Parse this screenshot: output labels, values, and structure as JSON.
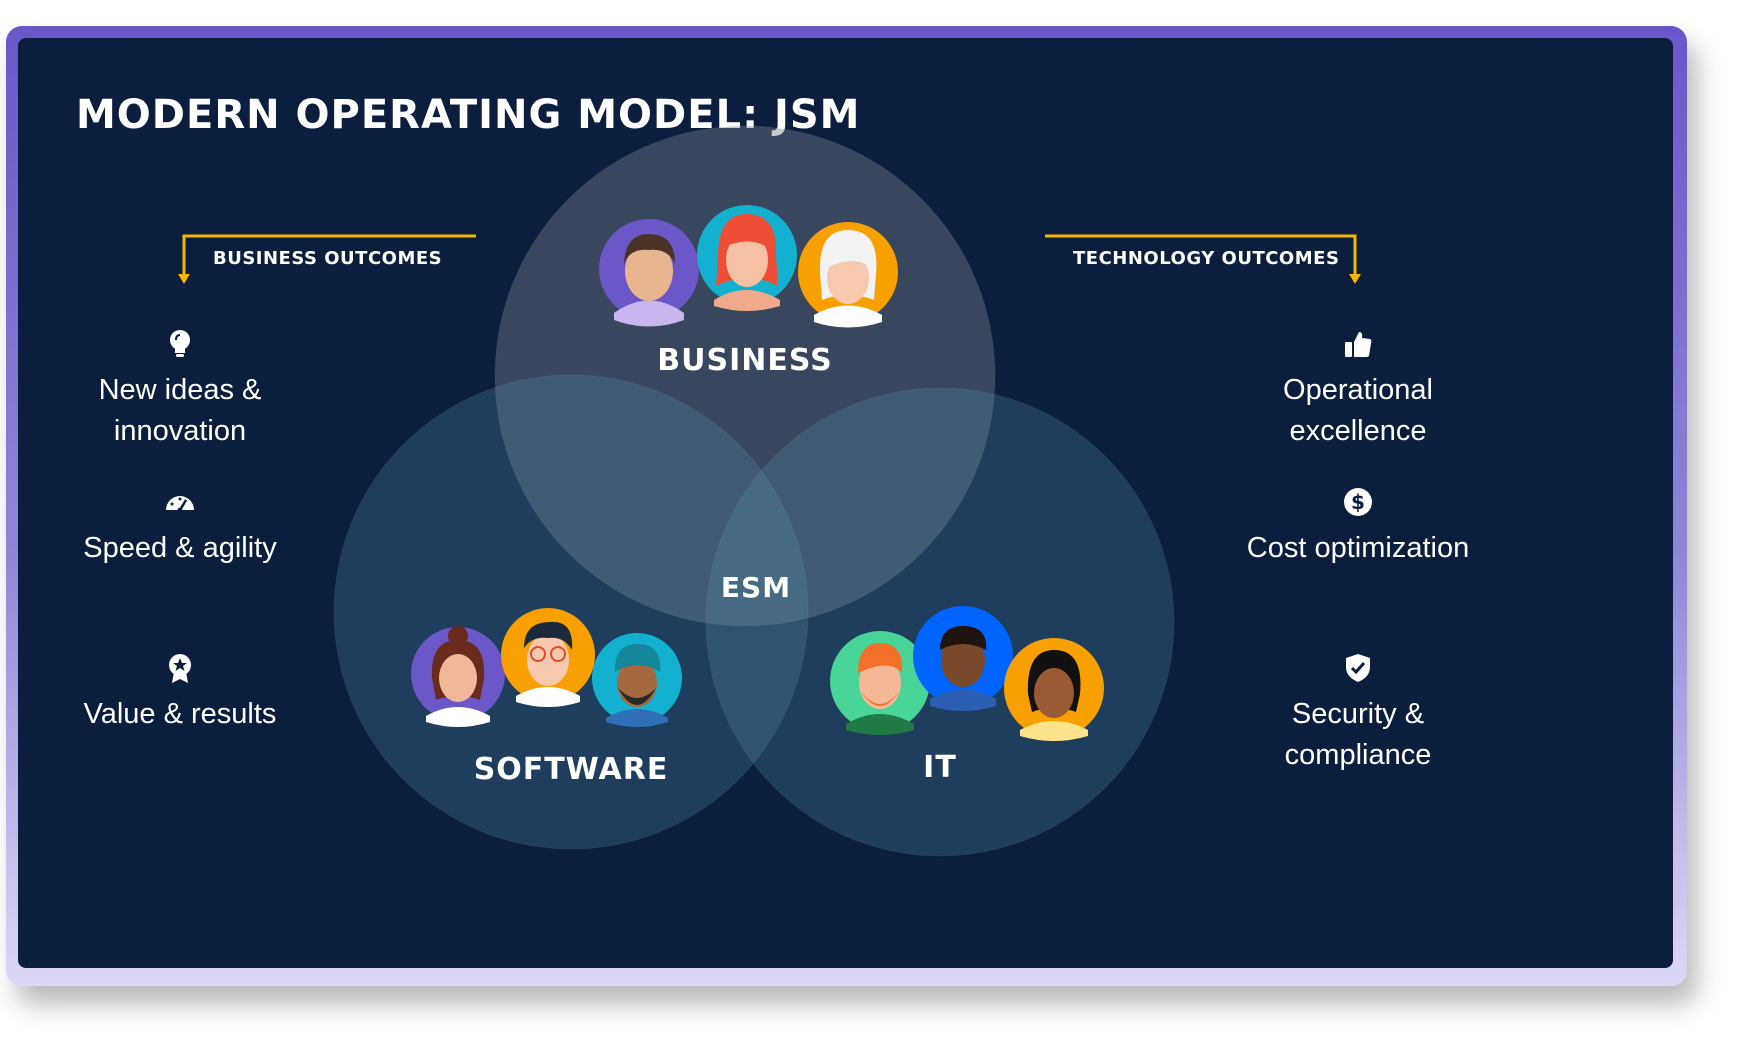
{
  "title": "MODERN OPERATING MODEL: JSM",
  "business_outcomes": {
    "label": "BUSINESS OUTCOMES",
    "items": [
      {
        "icon": "lightbulb-icon",
        "label": "New ideas & innovation"
      },
      {
        "icon": "speedometer-icon",
        "label": "Speed & agility"
      },
      {
        "icon": "award-ribbon-icon",
        "label": "Value & results"
      }
    ]
  },
  "technology_outcomes": {
    "label": "TECHNOLOGY OUTCOMES",
    "items": [
      {
        "icon": "thumbs-up-icon",
        "label": "Operational excellence"
      },
      {
        "icon": "dollar-coin-icon",
        "label": "Cost optimization"
      },
      {
        "icon": "shield-check-icon",
        "label": "Security & compliance"
      }
    ]
  },
  "venn": {
    "business": "BUSINESS",
    "software": "SOFTWARE",
    "it": "IT",
    "center": "ESM"
  },
  "colors": {
    "background": "#0c1e3e",
    "frame": "#6a57c9",
    "accent_arrow": "#f5b700",
    "text": "#ffffff"
  }
}
